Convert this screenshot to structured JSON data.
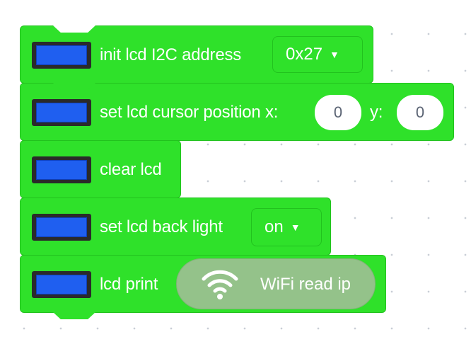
{
  "blocks": {
    "init": {
      "label": "init lcd I2C address",
      "address_value": "0x27"
    },
    "cursor": {
      "label_x": "set lcd cursor position x:",
      "x_value": "0",
      "label_y": "y:",
      "y_value": "0"
    },
    "clear": {
      "label": "clear lcd"
    },
    "backlight": {
      "label": "set lcd back light",
      "state_value": "on"
    },
    "print": {
      "label": "lcd print",
      "wifi_label": "WiFi read ip"
    }
  },
  "icons": {
    "lcd": "lcd-display-icon",
    "dropdown": "triangle-down-icon",
    "wifi": "wifi-icon"
  },
  "colors": {
    "block_green": "#2fe12a",
    "lcd_screen": "#1f5ff0",
    "wifi_pill": "#94c28a"
  }
}
